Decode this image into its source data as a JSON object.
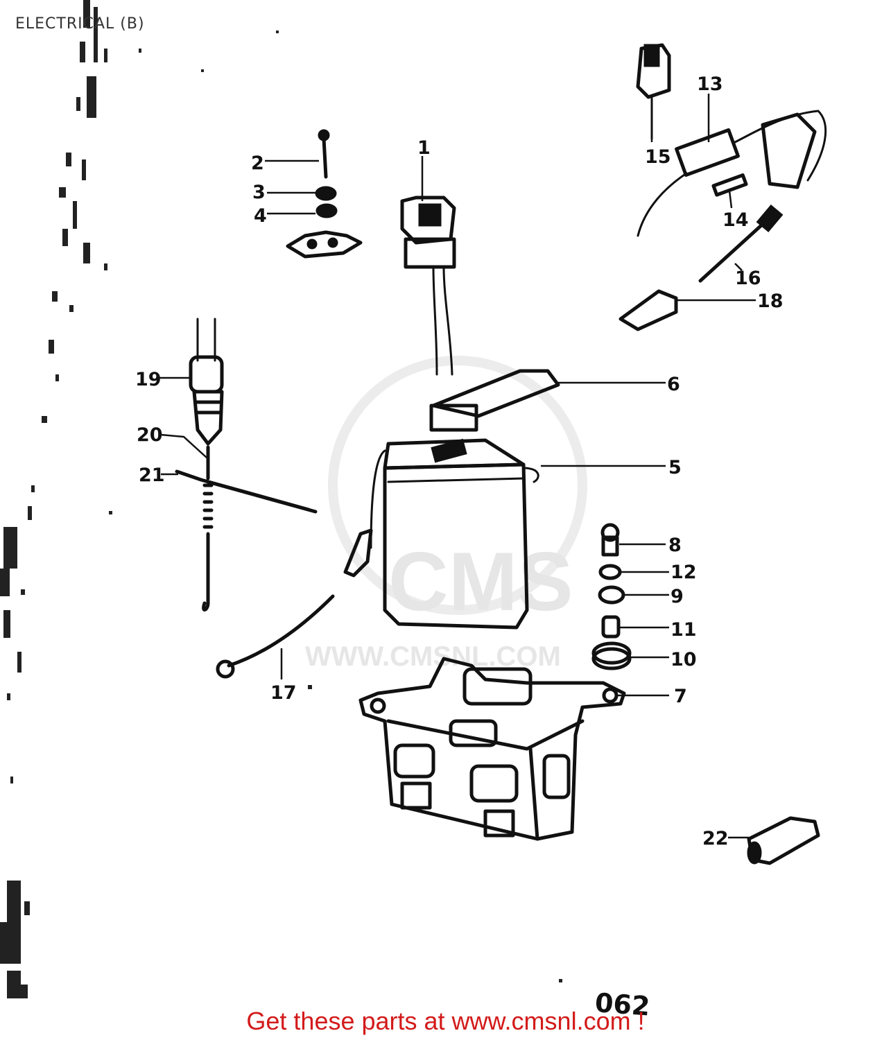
{
  "header": {
    "title": "ELECTRICAL (B)"
  },
  "diagram": {
    "page_number": "062",
    "watermark": {
      "brand": "CMS",
      "url": "WWW.CMSNL.COM"
    },
    "callouts": [
      {
        "id": "c1",
        "label": "1"
      },
      {
        "id": "c2",
        "label": "2"
      },
      {
        "id": "c3",
        "label": "3"
      },
      {
        "id": "c4",
        "label": "4"
      },
      {
        "id": "c5",
        "label": "5"
      },
      {
        "id": "c6",
        "label": "6"
      },
      {
        "id": "c7",
        "label": "7"
      },
      {
        "id": "c8",
        "label": "8"
      },
      {
        "id": "c9",
        "label": "9"
      },
      {
        "id": "c10",
        "label": "10"
      },
      {
        "id": "c11",
        "label": "11"
      },
      {
        "id": "c12",
        "label": "12"
      },
      {
        "id": "c13",
        "label": "13"
      },
      {
        "id": "c14",
        "label": "14"
      },
      {
        "id": "c15",
        "label": "15"
      },
      {
        "id": "c16",
        "label": "16"
      },
      {
        "id": "c17",
        "label": "17"
      },
      {
        "id": "c18",
        "label": "18"
      },
      {
        "id": "c19",
        "label": "19"
      },
      {
        "id": "c20",
        "label": "20"
      },
      {
        "id": "c21",
        "label": "21"
      },
      {
        "id": "c22",
        "label": "22"
      }
    ]
  },
  "footer": {
    "link_text": "Get these parts at www.cmsnl.com !"
  }
}
